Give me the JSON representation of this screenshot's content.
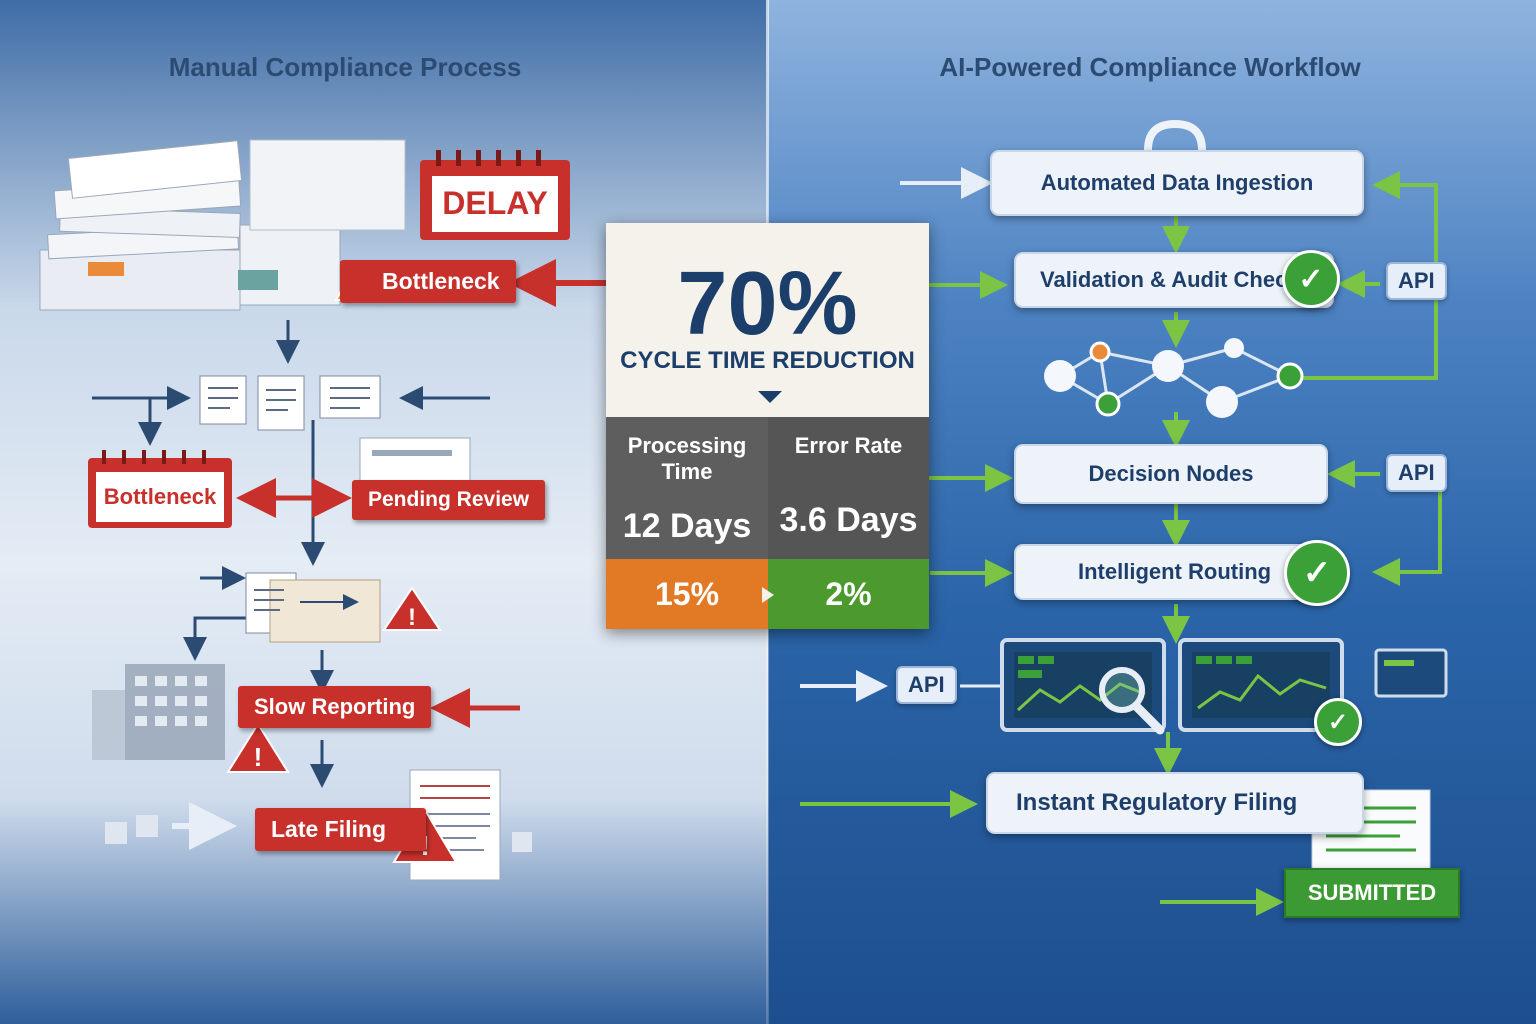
{
  "left": {
    "title": "Manual Compliance Process",
    "delay_label": "DELAY",
    "bottleneck_top": "Bottleneck",
    "bottleneck_calendar": "Bottleneck",
    "pending_review": "Pending Review",
    "slow_reporting": "Slow Reporting",
    "late_filing": "Late Filing"
  },
  "right": {
    "title": "AI-Powered Compliance Workflow",
    "steps": {
      "ingestion": "Automated Data Ingestion",
      "validation": "Validation & Audit Check",
      "decision": "Decision Nodes",
      "routing": "Intelligent Routing",
      "filing": "Instant Regulatory Filing"
    },
    "api_label": "API",
    "submitted": "SUBMITTED"
  },
  "card": {
    "headline": "70%",
    "headline_label": "CYCLE TIME REDUCTION",
    "processing_label": "Processing Time",
    "error_label": "Error Rate",
    "processing_before": "12 Days",
    "processing_after": "3.6 Days",
    "error_before": "15%",
    "error_after": "2%"
  },
  "colors": {
    "alert_red": "#c8302c",
    "success_green": "#3aa037",
    "navy_text": "#1c3e6a",
    "card_grey": "#5e5e5e",
    "orange": "#e27a25"
  }
}
